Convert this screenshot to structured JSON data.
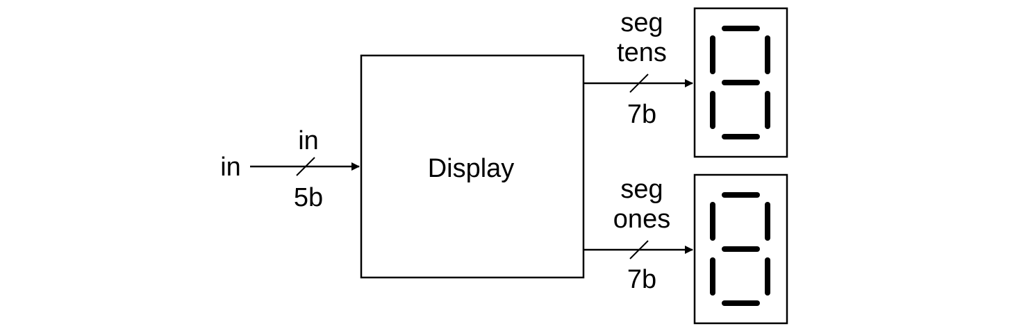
{
  "input": {
    "outer_label": "in",
    "wire_name": "in",
    "width_label": "5b"
  },
  "block": {
    "label": "Display"
  },
  "outputs": [
    {
      "name_line1": "seg",
      "name_line2": "tens",
      "width_label": "7b",
      "digit": "tens"
    },
    {
      "name_line1": "seg",
      "name_line2": "ones",
      "width_label": "7b",
      "digit": "ones"
    }
  ],
  "colors": {
    "line": "#000000",
    "segment": "#000000",
    "background": "#ffffff"
  }
}
